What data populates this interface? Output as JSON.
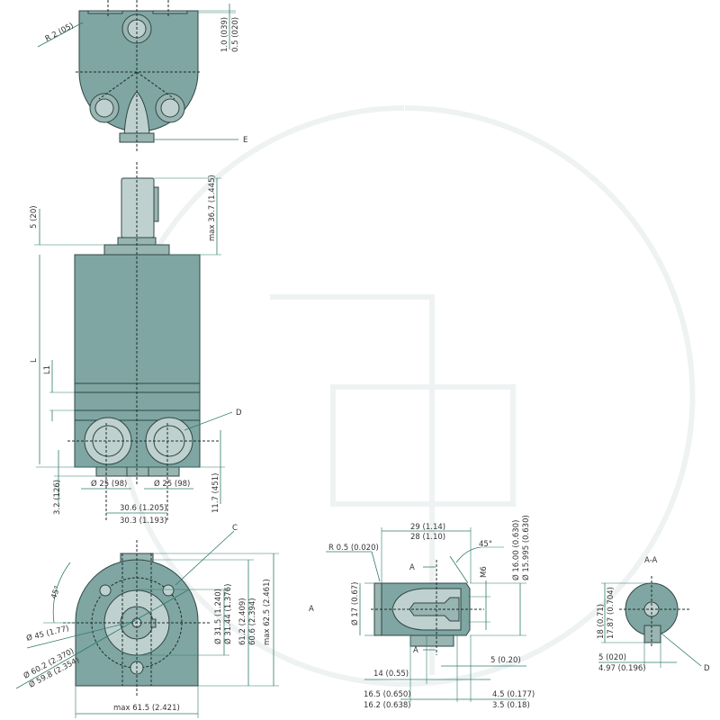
{
  "colors": {
    "body": "#7fa6a2",
    "light": "#bfd1cf",
    "dim_line": "#2f7a6c",
    "outline": "#2f4644"
  },
  "top_view": {
    "radius_label": "R 2 (05)",
    "flat_dims": [
      "1.0 (039)",
      "0.5 (020)"
    ],
    "callout_E": "E"
  },
  "side_view": {
    "shaft_length": "max 36.7 (1.445)",
    "pilot_height": "5 (20)",
    "L": "L",
    "L1": "L1",
    "callout_D": "D",
    "port_left": "Ø 25 (98)",
    "port_right": "Ø 25 (98)",
    "port_spacing": [
      "30.6 (1.205)",
      "30.3 (1.193)"
    ],
    "base_offset": "3.2 (126)",
    "port_height": "11.7 (451)"
  },
  "front_view": {
    "angle": "45°",
    "bolt_circle": "Ø 45 (1.77)",
    "pilot_dia": [
      "Ø 60.2 (2.370)",
      "Ø 59.8 (2.354)"
    ],
    "callout_C": "C",
    "spigot_dia": [
      "Ø 31.5 (1.240)",
      "Ø 31.44 (1.376)"
    ],
    "flange_height": [
      "61.2 (2.409)",
      "60.6 (2.394)"
    ],
    "max_height": "max 62.5 (2.461)",
    "max_width": "max 61.5 (2.421)",
    "view_A": "A"
  },
  "shaft_detail": {
    "length": [
      "29 (1.14)",
      "28 (1.10)"
    ],
    "radius": "R 0.5 (0.020)",
    "chamfer": "45°",
    "section_A": "A",
    "thread": "M6",
    "shaft_dia": [
      "Ø 16.00 (0.630)",
      "Ø 15.995 (0.630)"
    ],
    "collar_dia": "Ø 17 (0.67)",
    "key_end": "5 (0.20)",
    "key_len": "14 (0.55)",
    "key_pos": [
      "16.5 (0.650)",
      "16.2 (0.638)"
    ],
    "end_gap": [
      "4.5 (0.177)",
      "3.5 (0.18)"
    ]
  },
  "section_AA": {
    "title": "A-A",
    "height": [
      "18 (0.71)",
      "17.87 (0.704)"
    ],
    "key_width": [
      "5 (020)",
      "4.97 (0.196)"
    ],
    "callout_D": "D"
  }
}
